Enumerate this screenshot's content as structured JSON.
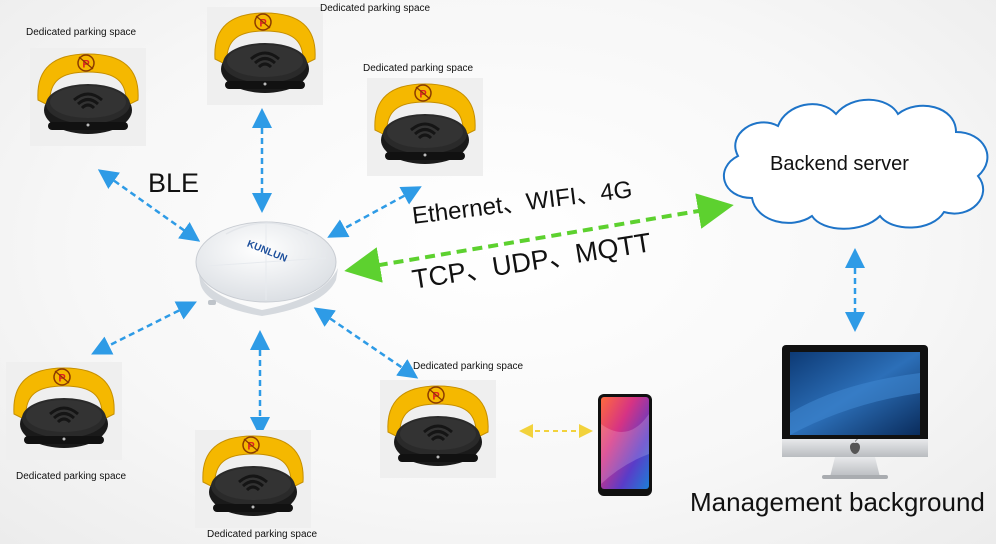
{
  "nodes": {
    "lock_label": "Dedicated parking space",
    "lock_icon_letter": "P",
    "gateway_brand": "KUNLUN",
    "ble_label": "BLE",
    "network_label_line1": "Ethernet、WIFI、4G",
    "network_label_line2": "TCP、UDP、MQTT",
    "cloud_label": "Backend server",
    "computer_label": "Management background"
  },
  "colors": {
    "lock_yellow": "#f5b800",
    "lock_black": "#1a1a1a",
    "ble_arrow": "#2e9be6",
    "network_arrow": "#5dd12f",
    "phone_arrow": "#f2d23c",
    "server_arrow": "#2e9be6"
  },
  "icons": [
    "parking-lock-icon",
    "gateway-icon",
    "cloud-icon",
    "imac-icon",
    "smartphone-icon",
    "apple-logo-icon"
  ]
}
